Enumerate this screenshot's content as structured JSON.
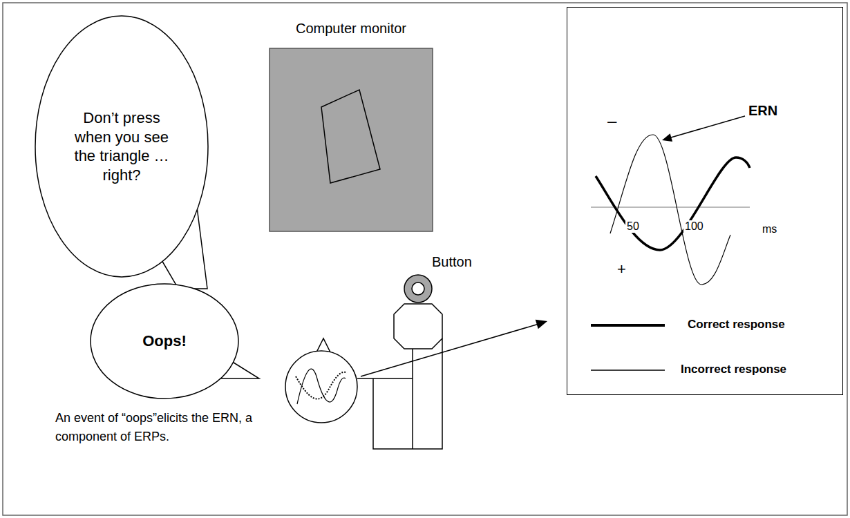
{
  "diagram": {
    "caption": "An event of “oops”elicits the ERN, a component of ERPs.",
    "nodes": [
      {
        "text": [
          "Don’t press when you see the triangle …right?"
        ]
      },
      {
        "text": [
          "Oops!"
        ]
      },
      {
        "text": [
          "Computer monitor"
        ]
      },
      {
        "text": [
          "Button"
        ]
      },
      {
        "text": [
          "ERN",
          "–",
          "+",
          "50",
          "100",
          "ms"
        ]
      }
    ],
    "legend": [
      {
        "text": "Correct response"
      },
      {
        "text": "Incorrect response"
      }
    ]
  }
}
